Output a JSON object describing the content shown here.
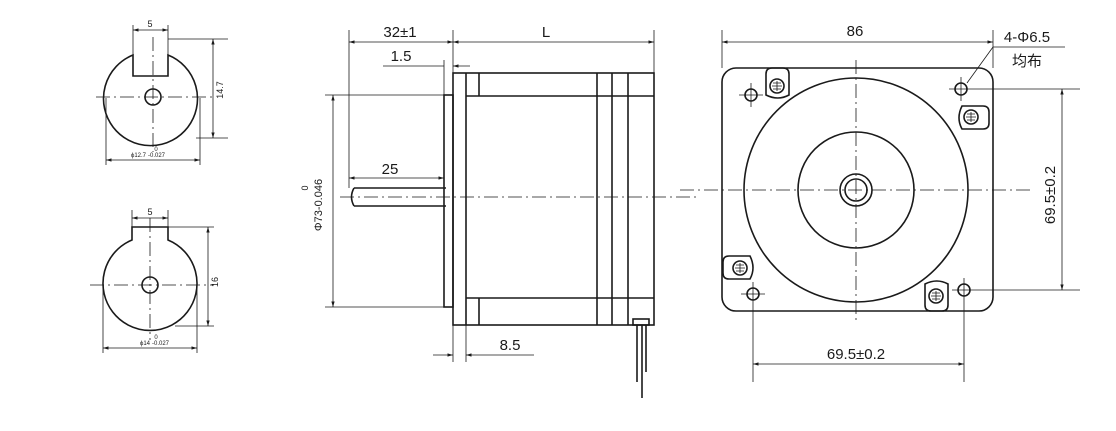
{
  "shaft_a": {
    "key_width": "5",
    "flat_height": "14.7",
    "diameter": "ϕ12.7",
    "tol_upper": "0",
    "tol_lower": "-0.027"
  },
  "shaft_b": {
    "key_width": "5",
    "flat_height": "16",
    "diameter": "ϕ14",
    "tol_upper": "0",
    "tol_lower": "-0.027"
  },
  "side_view": {
    "shaft_length": "32±1",
    "body_length": "L",
    "flange_thickness": "1.5",
    "shaft_visible": "25",
    "pilot_tol_upper": "0",
    "pilot_diameter": "Φ73-0.046",
    "lead_offset": "8.5"
  },
  "front_view": {
    "flange_width": "86",
    "holes": "4-Φ6.5",
    "holes_note": "均布",
    "hole_spacing_v": "69.5±0.2",
    "hole_spacing_h": "69.5±0.2"
  }
}
